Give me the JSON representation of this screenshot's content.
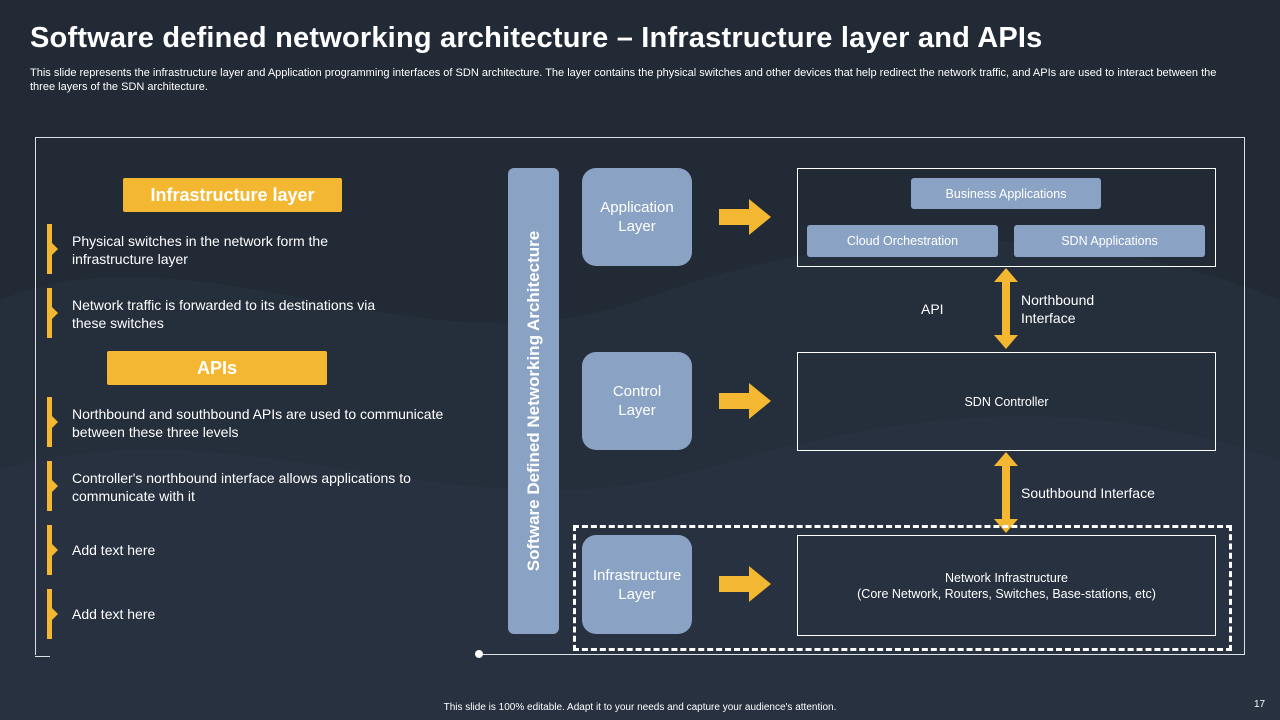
{
  "slide": {
    "title": "Software defined networking architecture – Infrastructure layer and APIs",
    "subtitle": "This slide represents the infrastructure layer and Application programming interfaces of SDN architecture. The layer contains the physical switches and other devices that help redirect the network traffic, and APIs  are used to interact between the three layers of the SDN architecture.",
    "footer": "This slide is 100% editable. Adapt it to your needs and capture your audience's attention.",
    "page_number": "17"
  },
  "left_panel": {
    "sections": [
      {
        "heading": "Infrastructure layer",
        "bullets": [
          "Physical switches in the network form the infrastructure layer",
          "Network traffic is forwarded to its destinations via these switches"
        ]
      },
      {
        "heading": "APIs",
        "bullets": [
          "Northbound  and southbound APIs are used to communicate between these three levels",
          "Controller's northbound interface allows applications to communicate with it",
          "Add text here",
          "Add text here"
        ]
      }
    ]
  },
  "diagram": {
    "vertical_label": "Software Defined Networking Architecture",
    "layers": [
      "Application Layer",
      "Control Layer",
      "Infrastructure Layer"
    ],
    "application_box": {
      "items": [
        "Business Applications",
        "Cloud Orchestration",
        "SDN Applications"
      ]
    },
    "controller_box": "SDN Controller",
    "infrastructure_box": {
      "line1": "Network Infrastructure",
      "line2": "(Core  Network,  Routers,  Switches, Base-stations, etc)"
    },
    "api_label": "API",
    "northbound_label": "Northbound Interface",
    "southbound_label": "Southbound Interface"
  },
  "colors": {
    "background": "#222a36",
    "accent": "#f4b731",
    "layer_fill": "#8aa3c5",
    "text": "#ffffff"
  },
  "icons": [
    "right-arrow-icon",
    "double-headed-arrow-icon"
  ]
}
